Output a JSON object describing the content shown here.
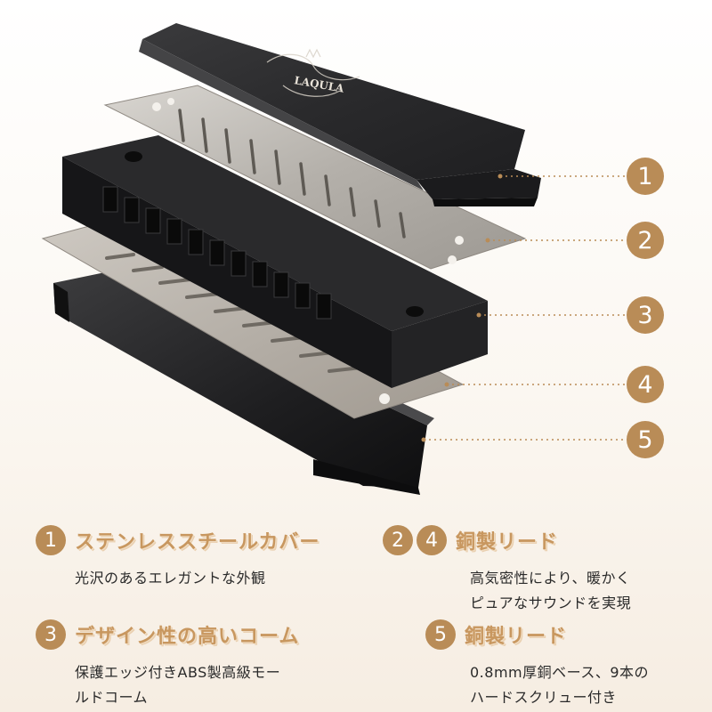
{
  "product": {
    "brand_logo_text": "LAQULA"
  },
  "callouts": [
    "1",
    "2",
    "3",
    "4",
    "5"
  ],
  "features": [
    {
      "numbers": [
        "1"
      ],
      "title": "ステンレススチールカバー",
      "description": "光沢のあるエレガントな外観"
    },
    {
      "numbers": [
        "2",
        "4"
      ],
      "title": "銅製リード",
      "description": "高気密性により、暖かく\nピュアなサウンドを実現"
    },
    {
      "numbers": [
        "3"
      ],
      "title": "デザイン性の高いコーム",
      "description": "保護エッジ付きABS製高級モー\nルドコーム"
    },
    {
      "numbers": [
        "5"
      ],
      "title": "銅製リード",
      "description": "0.8mm厚銅ベース、9本の\nハードスクリュー付き"
    }
  ],
  "colors": {
    "accent": "#b98c57",
    "title": "#c8975f",
    "cover": "#2b2b2d",
    "reed_plate": "#b7b3ad",
    "comb": "#1c1c1e"
  }
}
